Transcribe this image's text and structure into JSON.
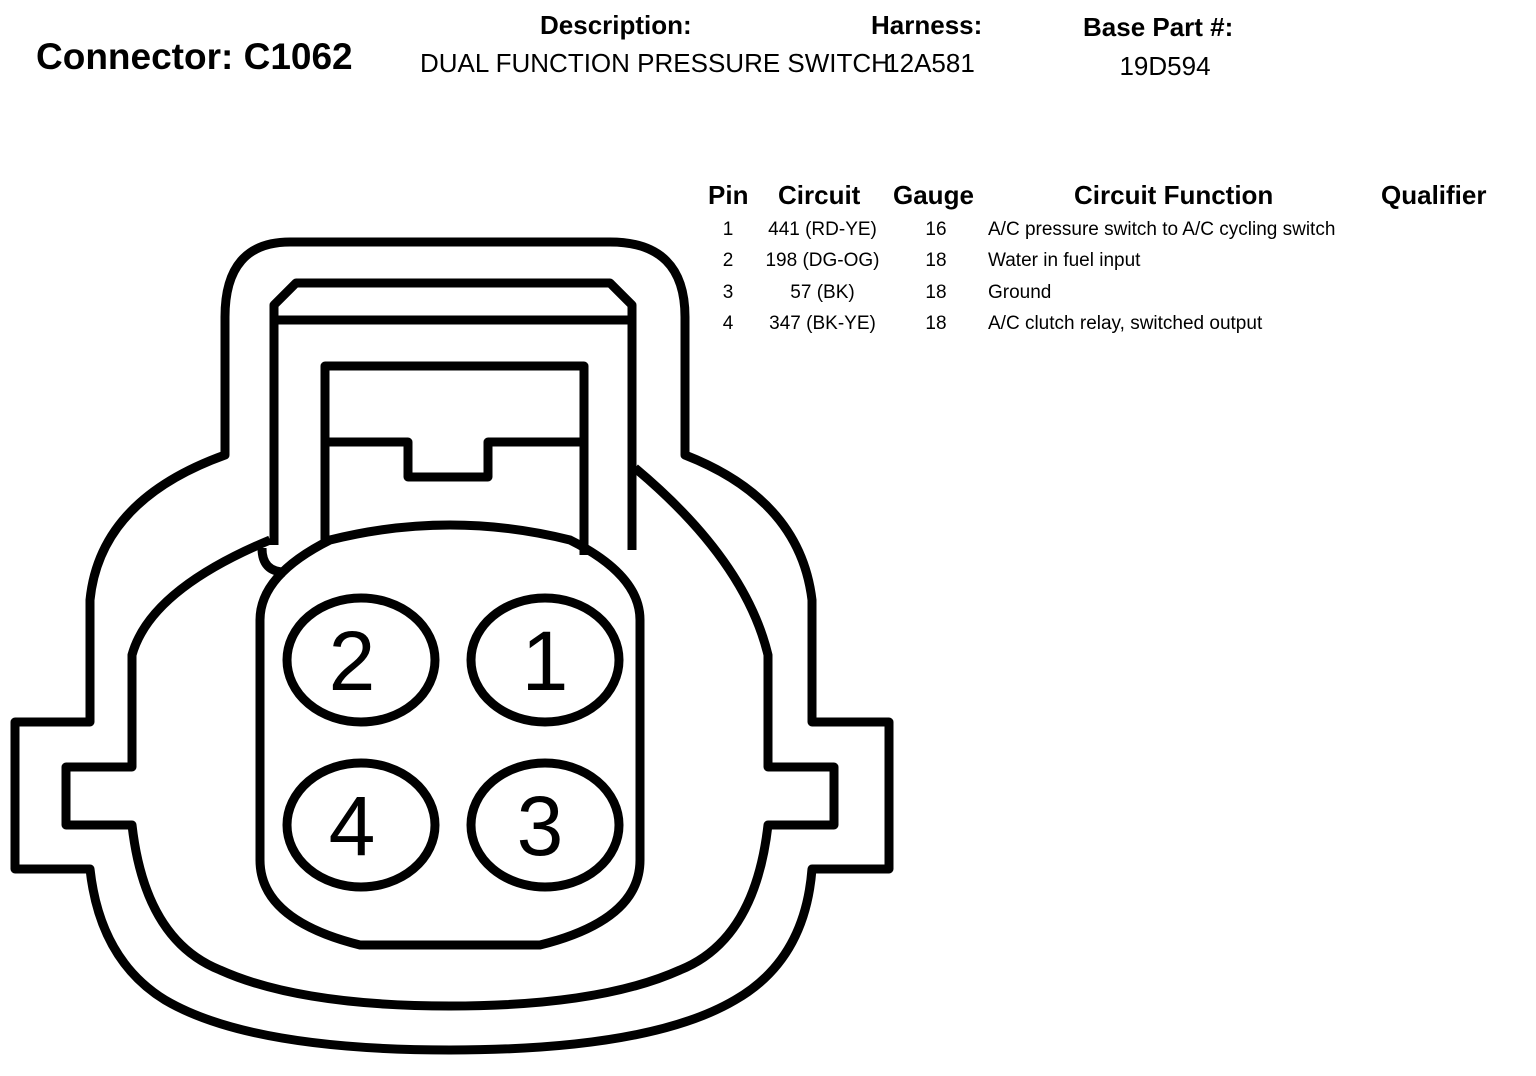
{
  "header": {
    "connector_title": "Connector: C1062",
    "description_label": "Description:",
    "description_value": "DUAL FUNCTION PRESSURE SWITCH",
    "harness_label": "Harness:",
    "harness_value": "12A581",
    "base_part_label": "Base Part #:",
    "base_part_value": "19D594"
  },
  "table": {
    "columns": [
      "Pin",
      "Circuit",
      "Gauge",
      "Circuit Function",
      "Qualifier"
    ],
    "rows": [
      {
        "pin": "1",
        "circuit": "441 (RD-YE)",
        "gauge": "16",
        "function": "A/C pressure switch to A/C cycling switch",
        "qualifier": ""
      },
      {
        "pin": "2",
        "circuit": "198 (DG-OG)",
        "gauge": "18",
        "function": "Water in fuel input",
        "qualifier": ""
      },
      {
        "pin": "3",
        "circuit": "57 (BK)",
        "gauge": "18",
        "function": "Ground",
        "qualifier": ""
      },
      {
        "pin": "4",
        "circuit": "347 (BK-YE)",
        "gauge": "18",
        "function": "A/C clutch relay, switched output",
        "qualifier": ""
      }
    ]
  },
  "connector_pins": [
    "2",
    "1",
    "4",
    "3"
  ],
  "colors": {
    "line": "#000000",
    "background": "#ffffff"
  }
}
